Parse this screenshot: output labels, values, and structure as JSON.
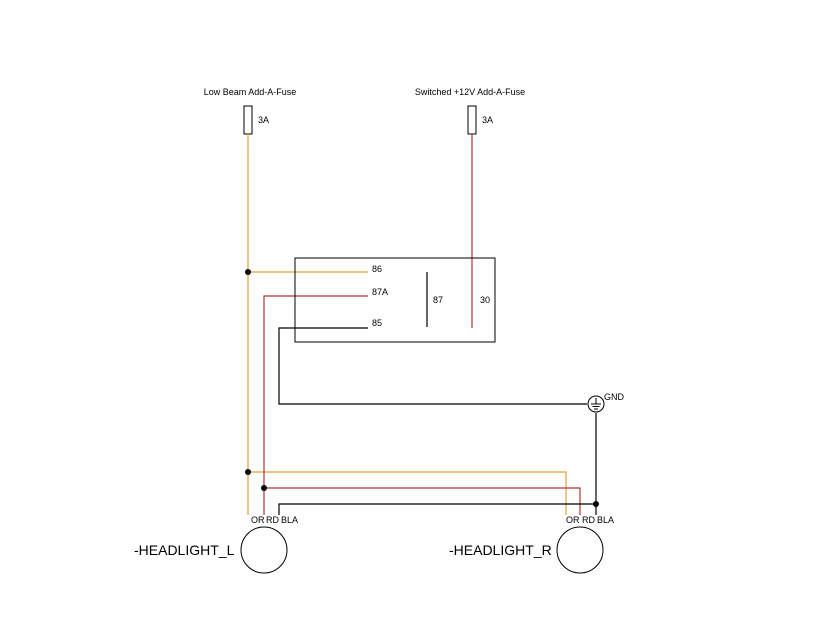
{
  "fuses": {
    "low_beam": {
      "title": "Low Beam Add-A-Fuse",
      "rating": "3A"
    },
    "switched": {
      "title": "Switched +12V Add-A-Fuse",
      "rating": "3A"
    }
  },
  "relay": {
    "pin_86": "86",
    "pin_87a": "87A",
    "pin_85": "85",
    "pin_87": "87",
    "pin_30": "30"
  },
  "ground": {
    "label": "GND"
  },
  "headlight_left": {
    "name": "-HEADLIGHT_L",
    "or": "OR",
    "rd": "RD",
    "bla": "BLA"
  },
  "headlight_right": {
    "name": "-HEADLIGHT_R",
    "or": "OR",
    "rd": "RD",
    "bla": "BLA"
  },
  "colors": {
    "orange": "#e0a030",
    "red": "#b83232",
    "black": "#000000"
  }
}
